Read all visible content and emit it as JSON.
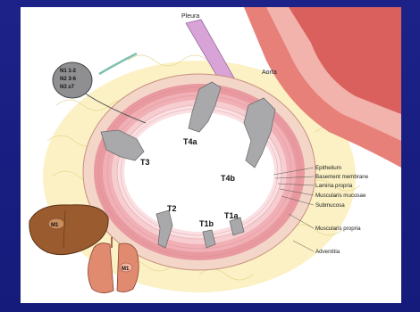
{
  "diagram": {
    "structures": {
      "pleura": "Pleura",
      "aorta": "Aorta"
    },
    "node_stages": [
      "N1 1-2",
      "N2 3-6",
      "N3 ≥7"
    ],
    "metastasis": [
      "M1",
      "M1"
    ],
    "t_stages": [
      "T4a",
      "T3",
      "T4b",
      "T2",
      "T1b",
      "T1a"
    ],
    "layers": [
      "Epithelium",
      "Basement membrane",
      "Lamina propria",
      "Muscularis mucosae",
      "Submucosa",
      "Muscularis propria",
      "Adventitia"
    ]
  },
  "colors": {
    "background": "#1a1f82",
    "muscularis": "#e89aa0",
    "mucosa": "#f6cdd0",
    "tumor": "#a9a9ab",
    "aorta": "#d9605c",
    "liver": "#9a5b2f",
    "lung": "#e08a70",
    "fat": "#f7e7a8",
    "pleura": "#d8a3d6"
  }
}
